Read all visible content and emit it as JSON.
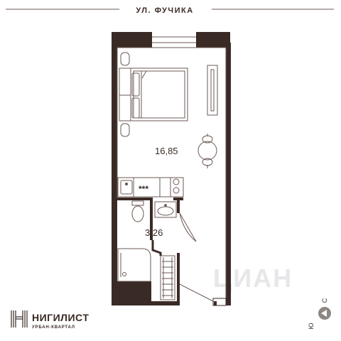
{
  "street": {
    "label": "УЛ. ФУЧИКА"
  },
  "rooms": [
    {
      "name": "living-room",
      "area": "16,85"
    },
    {
      "name": "bathroom",
      "area": "3,26"
    }
  ],
  "kitchen": {
    "stove_label": "***"
  },
  "brand": {
    "name": "НИГИЛИСТ",
    "subtitle": "УРБАН-КВАРТАЛ"
  },
  "compass": {
    "north": "С",
    "south": "Ю"
  },
  "watermark": "ЦИАН",
  "colors": {
    "wall": "#3a2a25",
    "line": "#6b5a54",
    "text": "#3a2a25",
    "watermark": "#e4e4e6"
  }
}
